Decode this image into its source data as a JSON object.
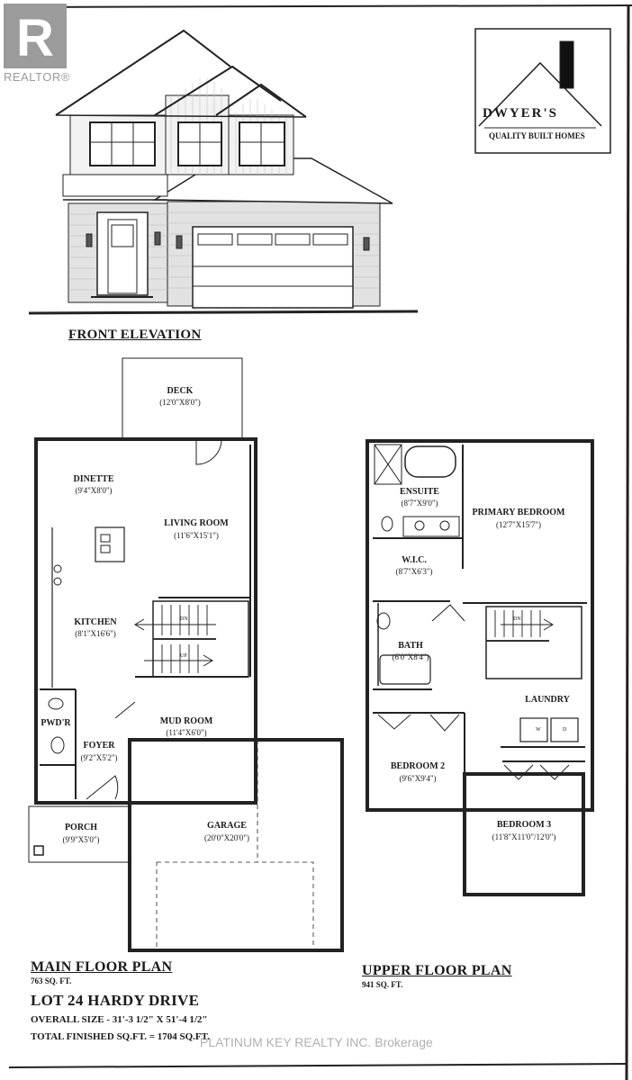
{
  "branding": {
    "realtor_mark": "REALTOR®",
    "builder_name": "DWYER'S",
    "builder_tagline": "QUALITY BUILT HOMES"
  },
  "elevation": {
    "caption": "FRONT ELEVATION"
  },
  "main_floor": {
    "title": "MAIN FLOOR PLAN",
    "area": "763 SQ. FT.",
    "rooms": [
      {
        "name": "DECK",
        "size": "(12'0\"X8'0\")"
      },
      {
        "name": "DINETTE",
        "size": "(9'4\"X8'0\")"
      },
      {
        "name": "LIVING ROOM",
        "size": "(11'6\"X15'1\")"
      },
      {
        "name": "KITCHEN",
        "size": "(8'1\"X16'6\")"
      },
      {
        "name": "PWD'R",
        "size": ""
      },
      {
        "name": "MUD ROOM",
        "size": "(11'4\"X6'0\")"
      },
      {
        "name": "FOYER",
        "size": "(9'2\"X5'2\")"
      },
      {
        "name": "PORCH",
        "size": "(9'9\"X5'0\")"
      },
      {
        "name": "GARAGE",
        "size": "(20'0\"X20'0\")"
      }
    ],
    "stair_labels": {
      "down": "DN",
      "up": "UP"
    }
  },
  "upper_floor": {
    "title": "UPPER FLOOR PLAN",
    "area": "941 SQ. FT.",
    "rooms": [
      {
        "name": "ENSUITE",
        "size": "(8'7\"X9'0\")"
      },
      {
        "name": "PRIMARY BEDROOM",
        "size": "(12'7\"X15'7\")"
      },
      {
        "name": "W.I.C.",
        "size": "(8'7\"X6'3\")"
      },
      {
        "name": "BATH",
        "size": "(6'0\"X8'4\")"
      },
      {
        "name": "LAUNDRY",
        "size": ""
      },
      {
        "name": "BEDROOM 2",
        "size": "(9'6\"X9'4\")"
      },
      {
        "name": "BEDROOM 3",
        "size": "(11'8\"X11'0\"/12'0\")"
      }
    ],
    "stair_labels": {
      "down": "DN"
    },
    "appliance_labels": {
      "washer": "W",
      "dryer": "D"
    }
  },
  "summary": {
    "lot": "LOT 24 HARDY DRIVE",
    "overall_size": "OVERALL SIZE - 31'-3 1/2\" X 51'-4 1/2\"",
    "total_finished": "TOTAL FINISHED SQ.FT. = 1704 SQ.FT."
  },
  "watermark": "PLATINUM KEY REALTY INC. Brokerage"
}
